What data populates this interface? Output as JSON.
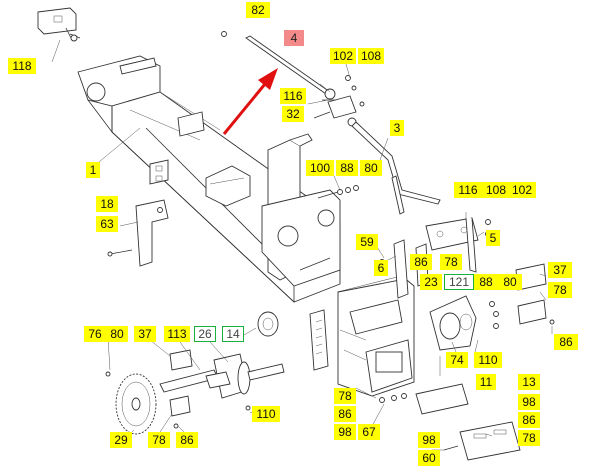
{
  "diagram": {
    "arrow_color": "#e01010",
    "label_fill": "#ffff00",
    "highlight_fill": "#f28a8a",
    "outline_color": "#19b13a",
    "labels": [
      {
        "id": "l82",
        "text": "82",
        "style": "yellow"
      },
      {
        "id": "l4",
        "text": "4",
        "style": "red"
      },
      {
        "id": "l118",
        "text": "118",
        "style": "yellow"
      },
      {
        "id": "l102a",
        "text": "102",
        "style": "yellow"
      },
      {
        "id": "l108a",
        "text": "108",
        "style": "yellow"
      },
      {
        "id": "l116a",
        "text": "116",
        "style": "yellow"
      },
      {
        "id": "l32",
        "text": "32",
        "style": "yellow"
      },
      {
        "id": "l3",
        "text": "3",
        "style": "yellow"
      },
      {
        "id": "l1",
        "text": "1",
        "style": "yellow"
      },
      {
        "id": "l100",
        "text": "100",
        "style": "yellow"
      },
      {
        "id": "l88a",
        "text": "88",
        "style": "yellow"
      },
      {
        "id": "l80a",
        "text": "80",
        "style": "yellow"
      },
      {
        "id": "l116b",
        "text": "116",
        "style": "yellow"
      },
      {
        "id": "l108b",
        "text": "108",
        "style": "yellow"
      },
      {
        "id": "l102b",
        "text": "102",
        "style": "yellow"
      },
      {
        "id": "l18",
        "text": "18",
        "style": "yellow"
      },
      {
        "id": "l63",
        "text": "63",
        "style": "yellow"
      },
      {
        "id": "l5",
        "text": "5",
        "style": "yellow"
      },
      {
        "id": "l59",
        "text": "59",
        "style": "yellow"
      },
      {
        "id": "l6",
        "text": "6",
        "style": "yellow"
      },
      {
        "id": "l86a",
        "text": "86",
        "style": "yellow"
      },
      {
        "id": "l78a",
        "text": "78",
        "style": "yellow"
      },
      {
        "id": "l37a",
        "text": "37",
        "style": "yellow"
      },
      {
        "id": "l23",
        "text": "23",
        "style": "yellow"
      },
      {
        "id": "l121",
        "text": "121",
        "style": "green"
      },
      {
        "id": "l88b",
        "text": "88",
        "style": "yellow"
      },
      {
        "id": "l80b",
        "text": "80",
        "style": "yellow"
      },
      {
        "id": "l78b",
        "text": "78",
        "style": "yellow"
      },
      {
        "id": "l76",
        "text": "76",
        "style": "yellow"
      },
      {
        "id": "l80c",
        "text": "80",
        "style": "yellow"
      },
      {
        "id": "l37b",
        "text": "37",
        "style": "yellow"
      },
      {
        "id": "l113",
        "text": "113",
        "style": "yellow"
      },
      {
        "id": "l26",
        "text": "26",
        "style": "green"
      },
      {
        "id": "l14",
        "text": "14",
        "style": "green"
      },
      {
        "id": "l86b",
        "text": "86",
        "style": "yellow"
      },
      {
        "id": "l74",
        "text": "74",
        "style": "yellow"
      },
      {
        "id": "l110a",
        "text": "110",
        "style": "yellow"
      },
      {
        "id": "l11",
        "text": "11",
        "style": "yellow"
      },
      {
        "id": "l13",
        "text": "13",
        "style": "yellow"
      },
      {
        "id": "l98a",
        "text": "98",
        "style": "yellow"
      },
      {
        "id": "l86c",
        "text": "86",
        "style": "yellow"
      },
      {
        "id": "l78c",
        "text": "78",
        "style": "yellow"
      },
      {
        "id": "l78d",
        "text": "78",
        "style": "yellow"
      },
      {
        "id": "l86d",
        "text": "86",
        "style": "yellow"
      },
      {
        "id": "l98b",
        "text": "98",
        "style": "yellow"
      },
      {
        "id": "l67",
        "text": "67",
        "style": "yellow"
      },
      {
        "id": "l110b",
        "text": "110",
        "style": "yellow"
      },
      {
        "id": "l29",
        "text": "29",
        "style": "yellow"
      },
      {
        "id": "l78e",
        "text": "78",
        "style": "yellow"
      },
      {
        "id": "l86e",
        "text": "86",
        "style": "yellow"
      },
      {
        "id": "l98c",
        "text": "98",
        "style": "yellow"
      },
      {
        "id": "l60",
        "text": "60",
        "style": "yellow"
      }
    ]
  }
}
